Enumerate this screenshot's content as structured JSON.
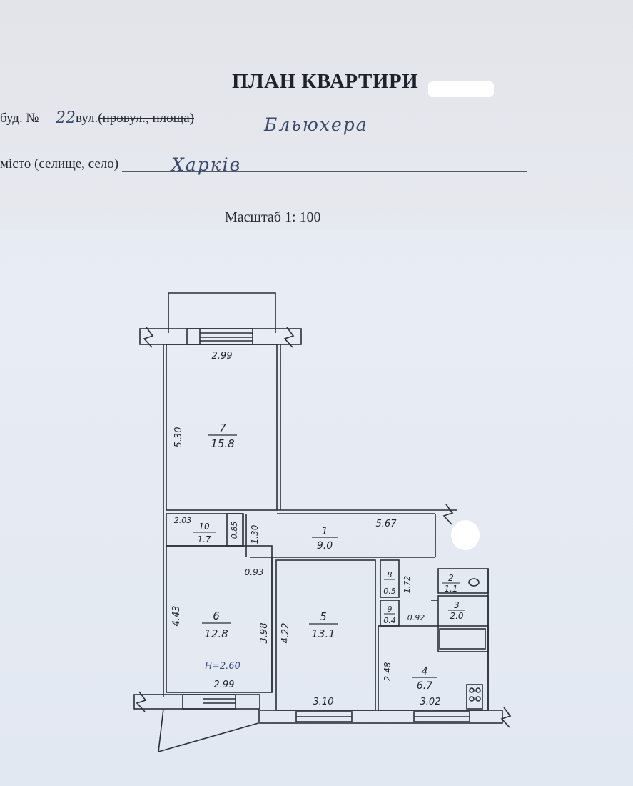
{
  "header": {
    "title": "ПЛАН КВАРТИРИ"
  },
  "address": {
    "building_label": "буд. №",
    "building_number": "22",
    "street_label": "вул.",
    "street_struck": "(провул., площа)",
    "street_value": "Бльюхера",
    "city_label": "місто",
    "city_struck": "(селище, село)",
    "city_value": "Харків"
  },
  "scale": {
    "label": "Масштаб 1: 100"
  },
  "plan": {
    "ceiling_height": "H=2.60",
    "rooms": [
      {
        "number": "7",
        "area": "15.8"
      },
      {
        "number": "1",
        "area": "9.0"
      },
      {
        "number": "10",
        "area": "1.7"
      },
      {
        "number": "6",
        "area": "12.8"
      },
      {
        "number": "5",
        "area": "13.1"
      },
      {
        "number": "2",
        "area": "1.1"
      },
      {
        "number": "3",
        "area": "2.0"
      },
      {
        "number": "4",
        "area": "6.7"
      },
      {
        "number": "8",
        "area": "0.5"
      },
      {
        "number": "9",
        "area": "0.4"
      }
    ],
    "dimensions": {
      "top_width": "2.99",
      "left_height": "5.30",
      "hall_width": "5.67",
      "hall_height": "1.30",
      "closet_width": "2.03",
      "closet_height": "0.85",
      "door_width": "0.93",
      "room6_height": "4.43",
      "room6_inner": "3.98",
      "room6_width": "2.99",
      "room5_height": "4.22",
      "room5_width": "3.10",
      "small_height": "1.72",
      "small_width": "0.92",
      "kitchen_height": "2.48",
      "kitchen_width": "3.02"
    }
  }
}
